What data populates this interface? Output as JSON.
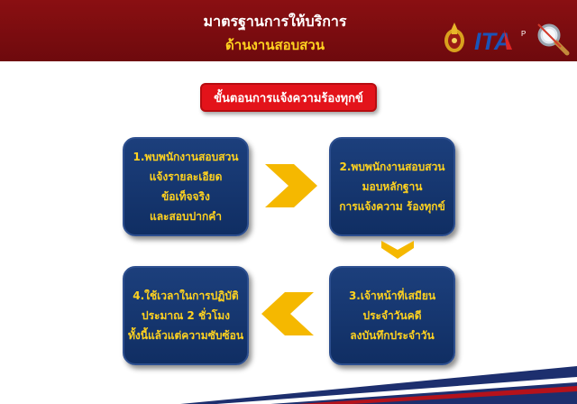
{
  "header": {
    "title": "มาตรฐานการให้บริการ",
    "subtitle": "ด้านงานสอบสวน",
    "logo_text": "ITA",
    "logo_sup": "P"
  },
  "page_label": "ขั้นตอนการแจ้งความร้องทุกข์",
  "steps": [
    {
      "lines": [
        "1.พบพนักงานสอบสวน",
        "แจ้งรายละเอียด",
        "ข้อเท็จจริง",
        "และสอบปากคำ"
      ]
    },
    {
      "lines": [
        "2.พบพนักงานสอบสวน",
        "มอบหลักฐาน",
        "การแจ้งความ ร้องทุกข์"
      ]
    },
    {
      "lines": [
        "3.เจ้าหน้าที่เสมียน",
        "ประจำวันคดี",
        "ลงบันทึกประจำวัน"
      ]
    },
    {
      "lines": [
        "4.ใช้เวลาในการปฏิบัติ",
        "ประมาณ 2 ชั่วโมง",
        "ทั้งนี้แล้วแต่ความซับซ้อน"
      ]
    }
  ],
  "colors": {
    "header_bg": "#8a0f12",
    "subtitle": "#ffd21f",
    "label_bg": "#e3131a",
    "step_bg": "#1c3f7c",
    "step_text": "#ffd21f",
    "arrow": "#f5b800",
    "footer_navy": "#1d2f6e",
    "footer_red": "#b5121b"
  },
  "icons": [
    "thai-emblem-icon",
    "ita-logo-icon",
    "magnifier-icon",
    "chevron-right-icon",
    "chevron-down-icon",
    "chevron-left-icon"
  ]
}
